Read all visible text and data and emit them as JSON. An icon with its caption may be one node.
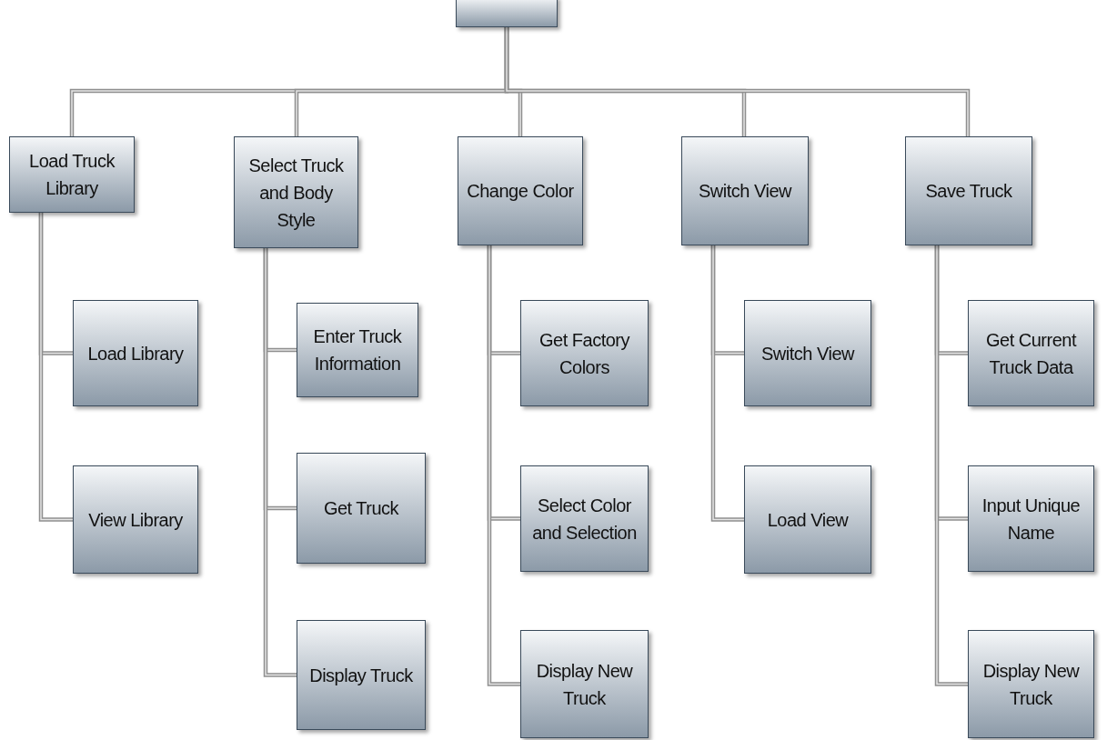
{
  "diagram": {
    "nodes": [
      {
        "text": [],
        "shape": "box"
      },
      {
        "text": [
          "Load Truck Library"
        ]
      },
      {
        "text": [
          "Select Truck and Body Style"
        ]
      },
      {
        "text": [
          "Change Color"
        ]
      },
      {
        "text": [
          "Switch View"
        ]
      },
      {
        "text": [
          "Save Truck"
        ]
      },
      {
        "text": [
          "Load Library"
        ]
      },
      {
        "text": [
          "View Library"
        ]
      },
      {
        "text": [
          "Enter Truck Information"
        ]
      },
      {
        "text": [
          "Get Truck"
        ]
      },
      {
        "text": [
          "Display Truck"
        ]
      },
      {
        "text": [
          "Get Factory Colors"
        ]
      },
      {
        "text": [
          "Select Color and Selection"
        ]
      },
      {
        "text": [
          "Display New Truck"
        ]
      },
      {
        "text": [
          "Switch View"
        ]
      },
      {
        "text": [
          "Load View"
        ]
      },
      {
        "text": [
          "Get Current Truck Data"
        ]
      },
      {
        "text": [
          "Input Unique Name"
        ]
      },
      {
        "text": [
          "Display New Truck"
        ]
      }
    ],
    "edges": [
      {
        "from": 0,
        "to": 1,
        "arrow": "none"
      },
      {
        "from": 0,
        "to": 2,
        "arrow": "none"
      },
      {
        "from": 0,
        "to": 3,
        "arrow": "none"
      },
      {
        "from": 0,
        "to": 4,
        "arrow": "none"
      },
      {
        "from": 0,
        "to": 5,
        "arrow": "none"
      },
      {
        "from": 1,
        "to": 6,
        "arrow": "none"
      },
      {
        "from": 1,
        "to": 7,
        "arrow": "none"
      },
      {
        "from": 2,
        "to": 8,
        "arrow": "none"
      },
      {
        "from": 2,
        "to": 9,
        "arrow": "none"
      },
      {
        "from": 2,
        "to": 10,
        "arrow": "none"
      },
      {
        "from": 3,
        "to": 11,
        "arrow": "none"
      },
      {
        "from": 3,
        "to": 12,
        "arrow": "none"
      },
      {
        "from": 3,
        "to": 13,
        "arrow": "none"
      },
      {
        "from": 4,
        "to": 14,
        "arrow": "none"
      },
      {
        "from": 4,
        "to": 15,
        "arrow": "none"
      },
      {
        "from": 5,
        "to": 16,
        "arrow": "none"
      },
      {
        "from": 5,
        "to": 17,
        "arrow": "none"
      },
      {
        "from": 5,
        "to": 18,
        "arrow": "none"
      }
    ]
  }
}
